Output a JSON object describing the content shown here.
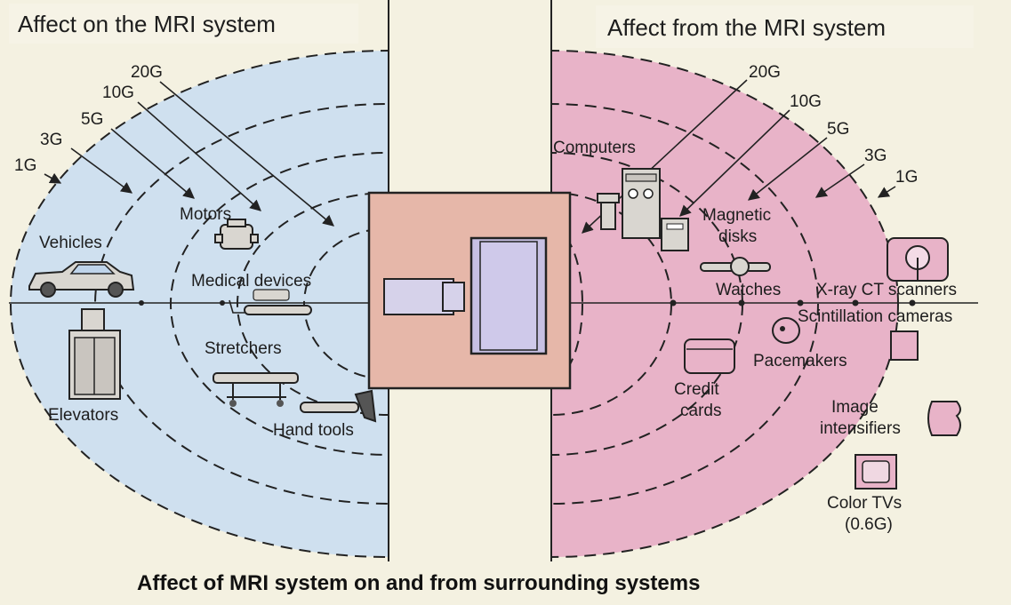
{
  "headers": {
    "left": "Affect on the MRI system",
    "right": "Affect from the MRI system"
  },
  "caption": "Affect of MRI system on and from surrounding systems",
  "colors": {
    "background": "#f4f1e1",
    "left_zone": "#cfe0ef",
    "right_zone": "#e8b3c8",
    "magnet_box": "#e6b7a9",
    "bore": "#c7c0e3"
  },
  "left_fields": [
    "20G",
    "10G",
    "5G",
    "3G",
    "1G"
  ],
  "right_fields": [
    "20G",
    "10G",
    "5G",
    "3G",
    "1G"
  ],
  "left_items": {
    "motors": "Motors",
    "vehicles": "Vehicles",
    "medical_devices": "Medical devices",
    "elevators": "Elevators",
    "stretchers": "Stretchers",
    "hand_tools": "Hand tools"
  },
  "right_items": {
    "computers": "Computers",
    "magnetic_disks_1": "Magnetic",
    "magnetic_disks_2": "disks",
    "watches": "Watches",
    "xray_ct": "X-ray CT scanners",
    "scintillation": "Scintillation cameras",
    "pacemakers": "Pacemakers",
    "credit_cards_1": "Credit",
    "credit_cards_2": "cards",
    "image_intensifiers_1": "Image",
    "image_intensifiers_2": "intensifiers",
    "color_tvs_1": "Color TVs",
    "color_tvs_2": "(0.6G)"
  },
  "icons": [
    "car-icon",
    "motor-icon",
    "elevator-icon",
    "stretcher-icon",
    "hammer-icon",
    "medical-device-icon",
    "computer-icon",
    "magnetic-disk-icon",
    "watch-icon",
    "ct-scanner-icon",
    "scintillation-camera-icon",
    "pacemaker-icon",
    "credit-card-icon",
    "image-intensifier-icon",
    "color-tv-icon",
    "mri-magnet-icon"
  ]
}
